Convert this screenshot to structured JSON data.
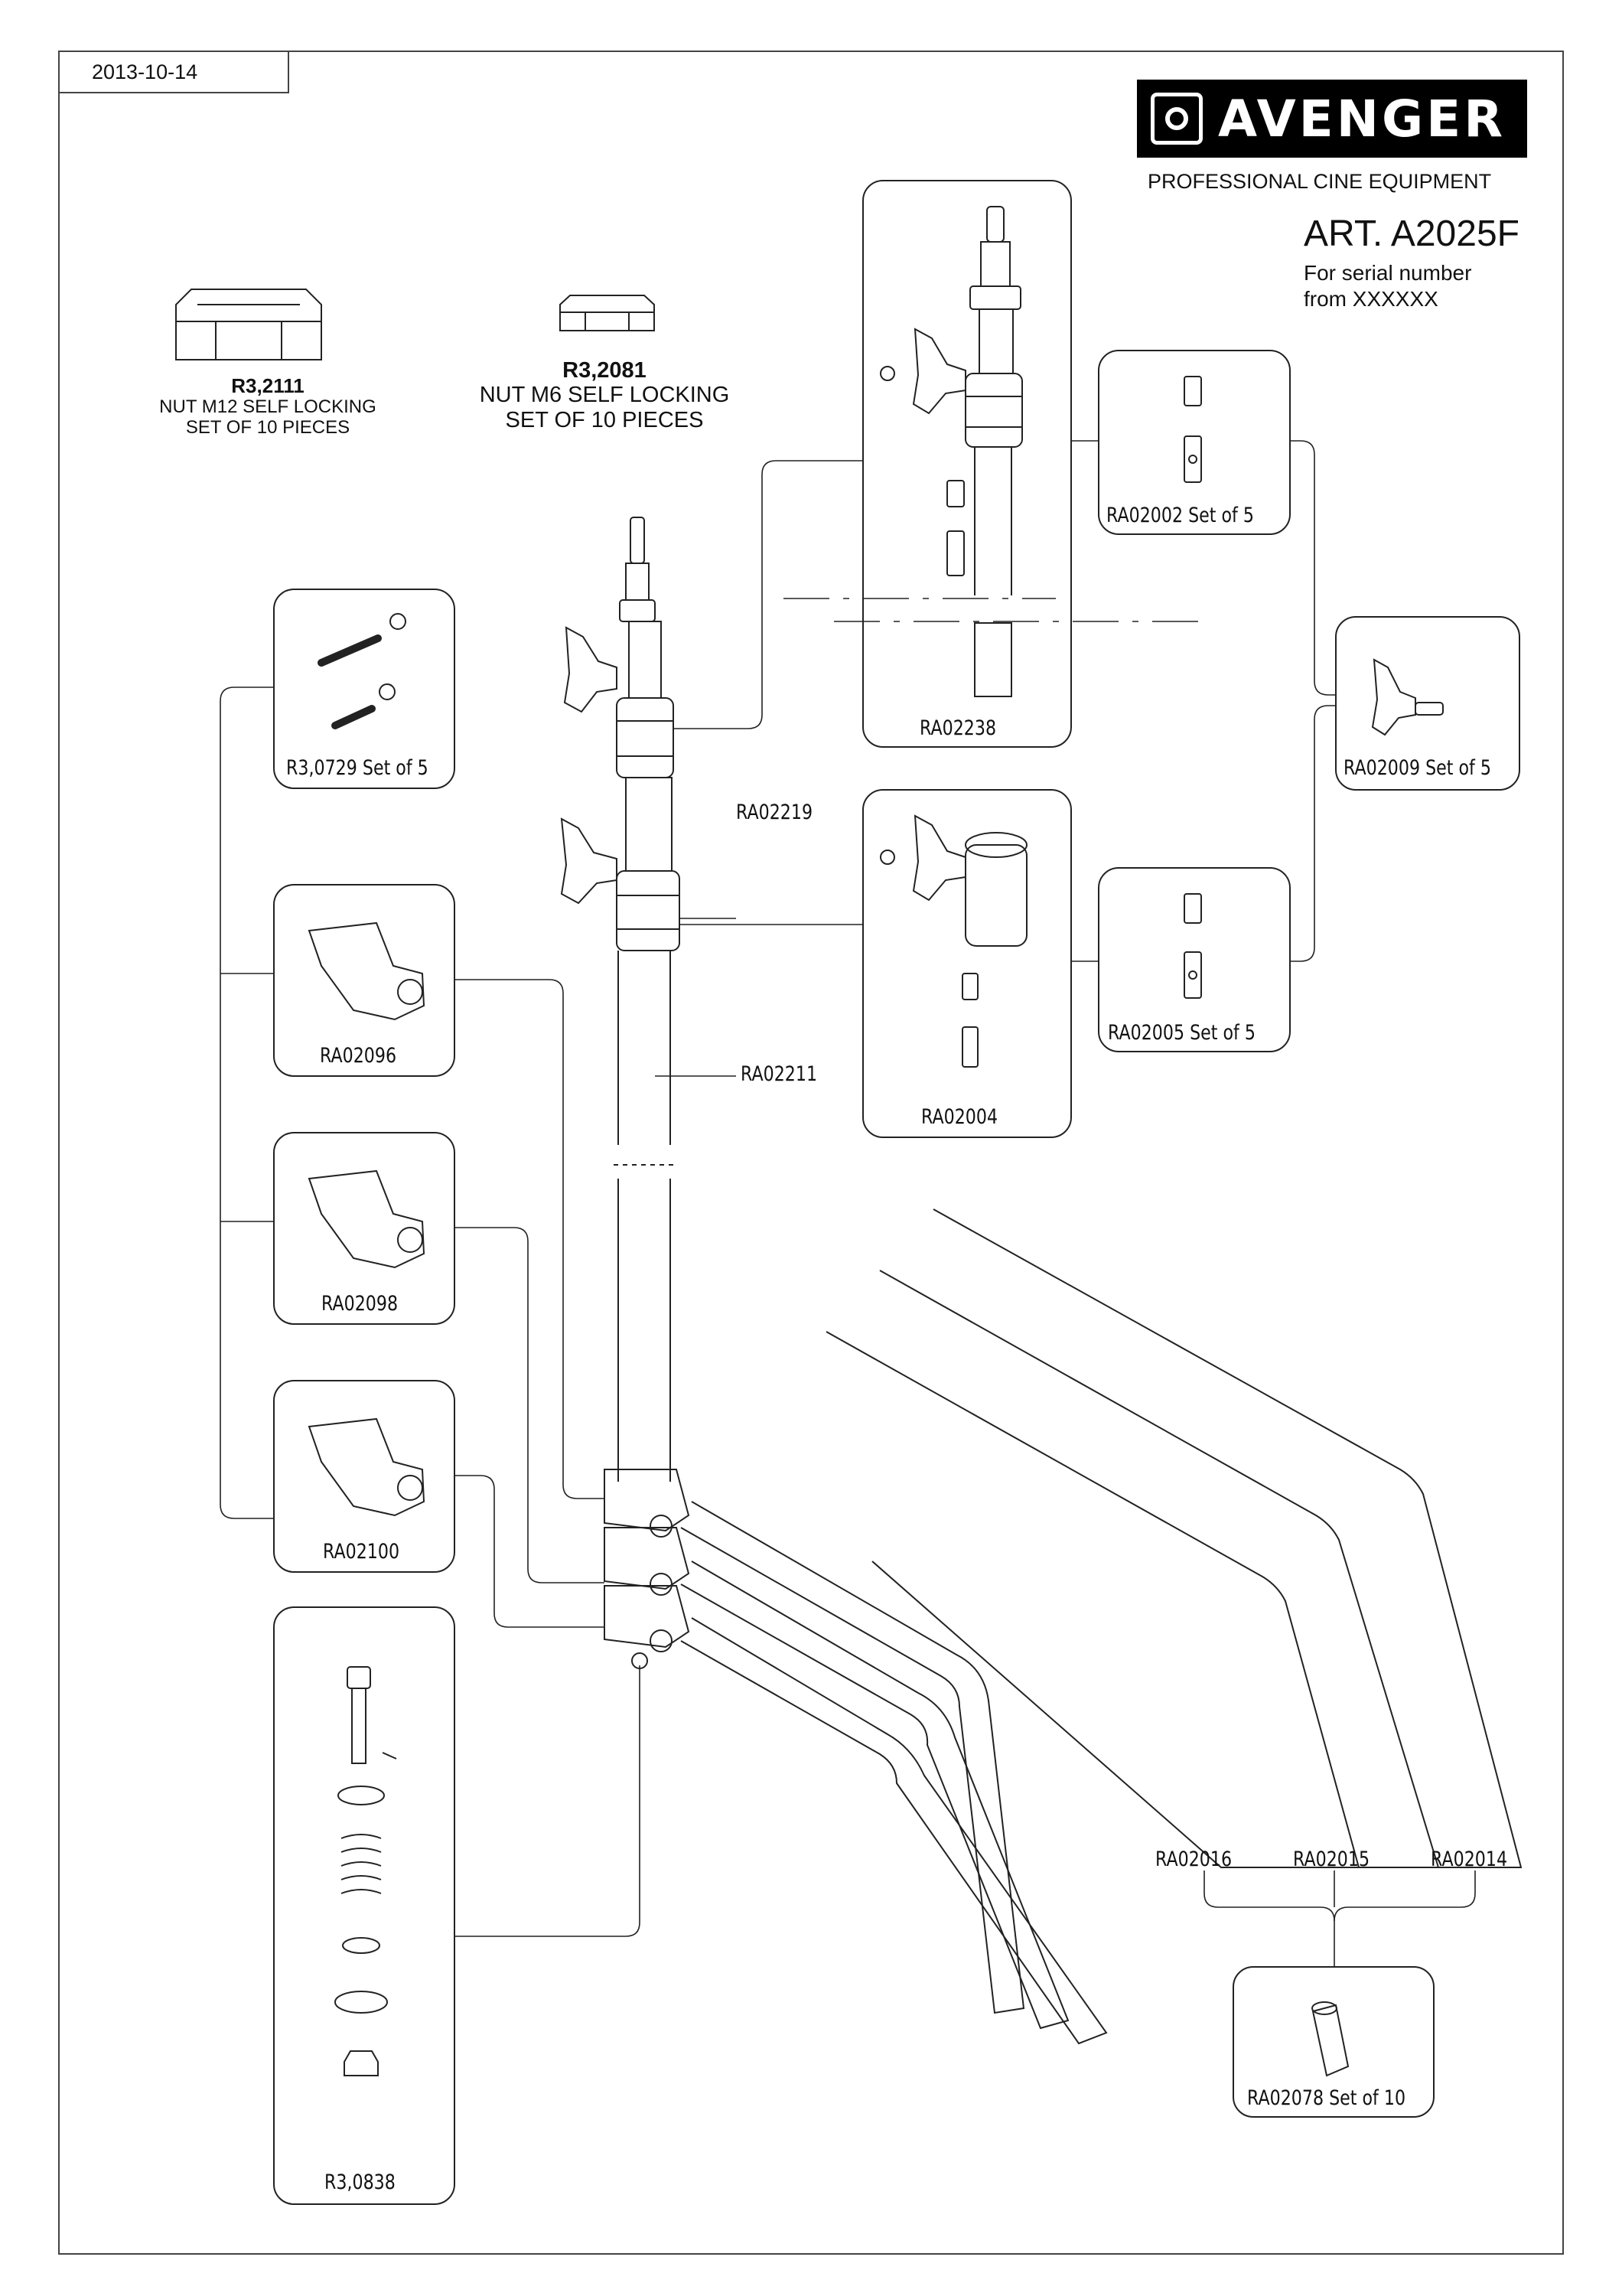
{
  "header": {
    "date": "2013-10-14",
    "brand": "AVENGER",
    "tagline": "PROFESSIONAL CINE EQUIPMENT",
    "article": "ART. A2025F",
    "serial_line1": "For serial number",
    "serial_line2": "from XXXXXX"
  },
  "nuts": [
    {
      "code": "R3,2111",
      "line1": "NUT M12 SELF LOCKING",
      "line2": "SET OF 10 PIECES"
    },
    {
      "code": "R3,2081",
      "line1": "NUT M6 SELF LOCKING",
      "line2": "SET OF 10 PIECES"
    }
  ],
  "parts": {
    "r30729": "R3,0729 Set of 5",
    "ra02096": "RA02096",
    "ra02098": "RA02098",
    "ra02100": "RA02100",
    "r30838": "R3,0838",
    "ra02238": "RA02238",
    "ra02002": "RA02002 Set of 5",
    "ra02009": "RA02009 Set of 5",
    "ra02004": "RA02004",
    "ra02005": "RA02005 Set of 5",
    "ra02219": "RA02219",
    "ra02211": "RA02211",
    "ra02016": "RA02016",
    "ra02015": "RA02015",
    "ra02014": "RA02014",
    "ra02078": "RA02078 Set of 10"
  }
}
